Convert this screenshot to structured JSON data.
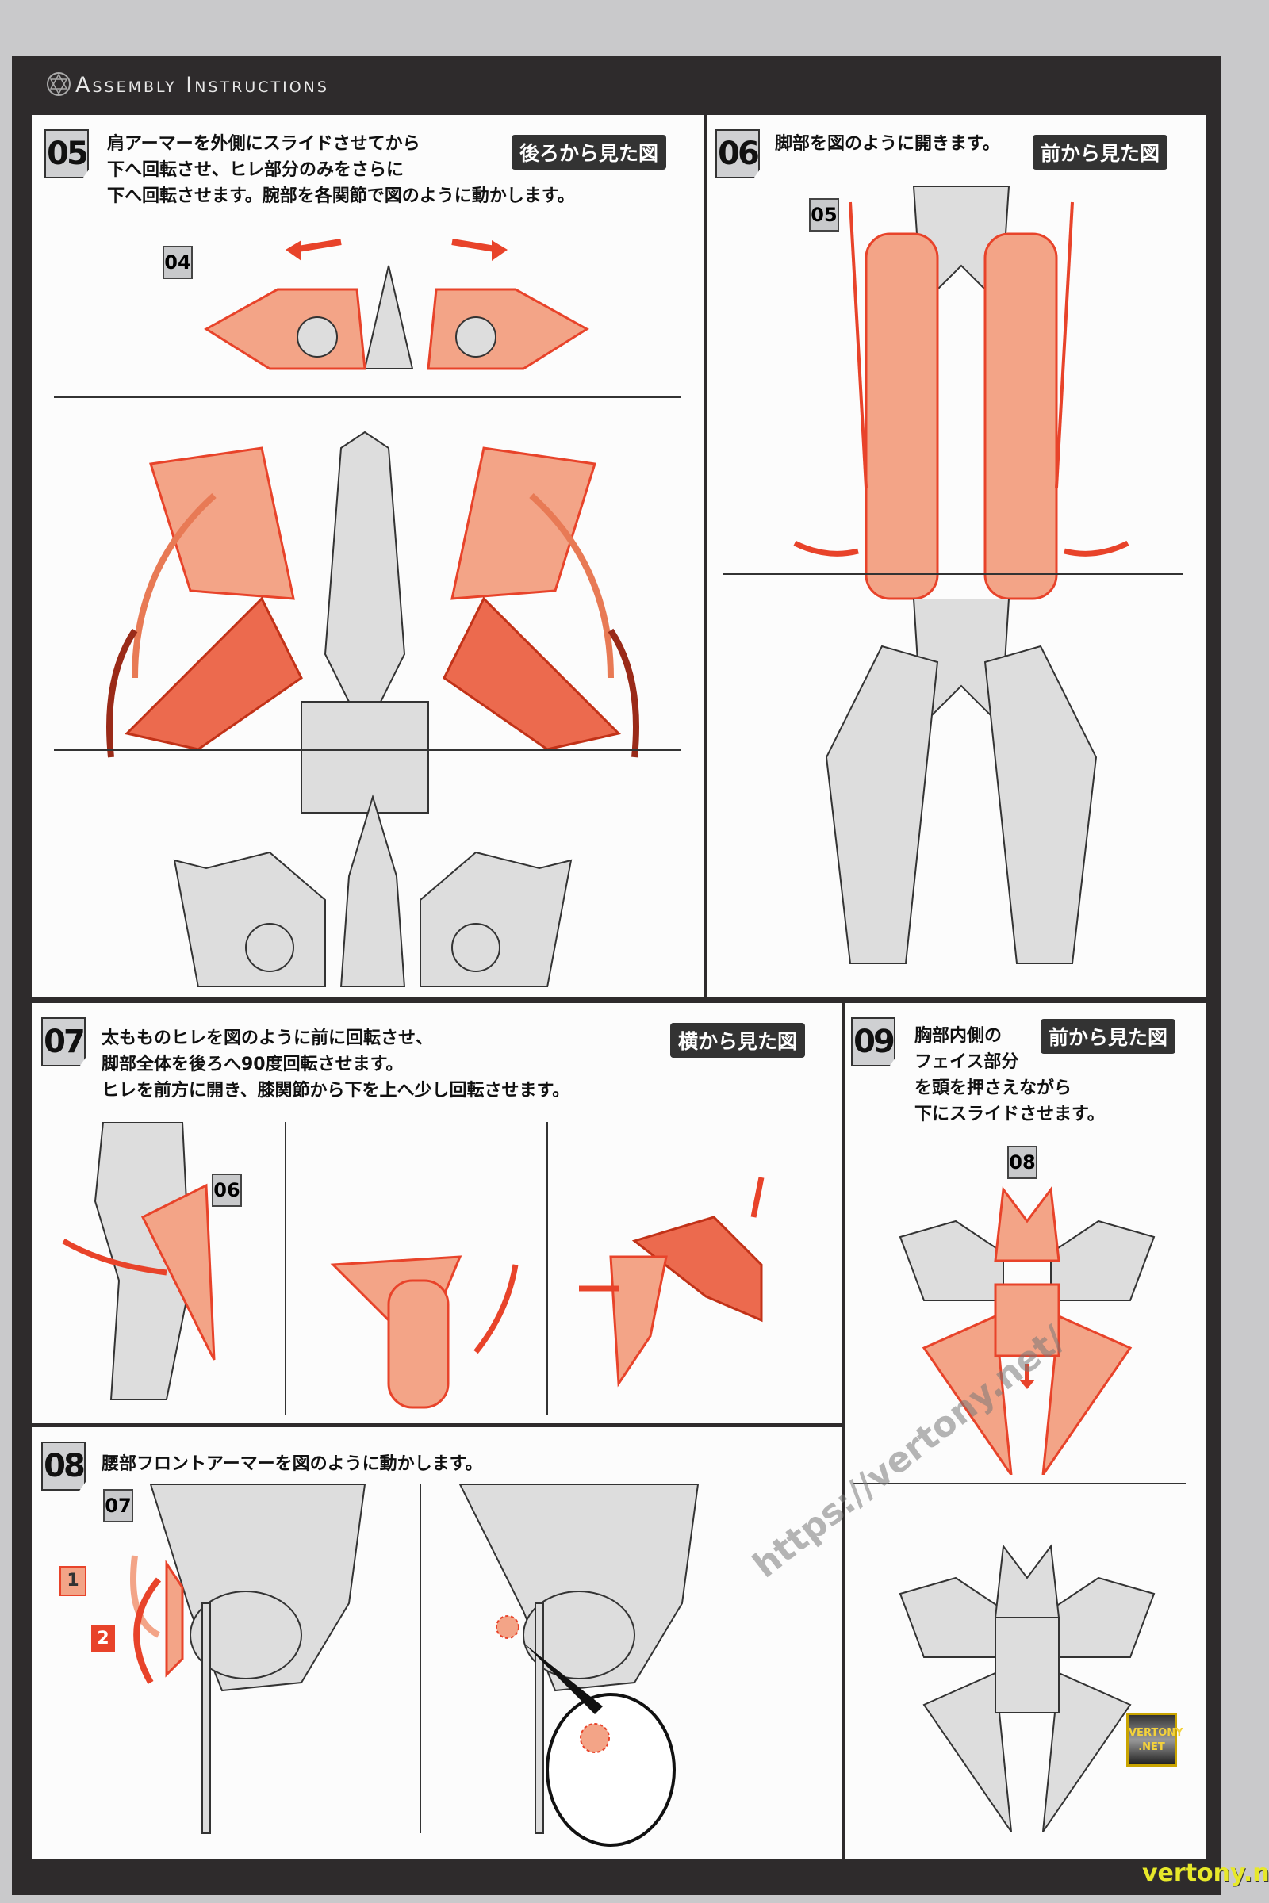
{
  "header": {
    "title": "Assembly Instructions"
  },
  "steps": {
    "s05": {
      "number": "05",
      "text": "肩アーマーを外側にスライドさせてから\n下へ回転させ、ヒレ部分のみをさらに\n下へ回転させます。腕部を各関節で図のように動かします。",
      "view": "後ろから見た図",
      "ref": "04"
    },
    "s06": {
      "number": "06",
      "text": "脚部を図のように開きます。",
      "view": "前から見た図",
      "ref": "05"
    },
    "s07": {
      "number": "07",
      "text": "太もものヒレを図のように前に回転させ、\n脚部全体を後ろへ90度回転させます。\nヒレを前方に開き、膝関節から下を上へ少し回転させます。",
      "view": "横から見た図",
      "ref": "06"
    },
    "s08": {
      "number": "08",
      "text": "腰部フロントアーマーを図のように動かします。",
      "ref": "07",
      "order": [
        "1",
        "2"
      ]
    },
    "s09": {
      "number": "09",
      "text": "胸部内側の\nフェイス部分\nを頭を押さえながら\n下にスライドさせます。",
      "view": "前から見た図",
      "ref": "08"
    }
  },
  "watermark": {
    "url": "https://vertony.net/",
    "logo": "VERTONY .NET",
    "footer": "vertony.net"
  },
  "colors": {
    "accent": "#e8432a",
    "part_fill": "#f3a487",
    "gray_part": "#d8d8d8",
    "frame": "#2e2b2c"
  }
}
